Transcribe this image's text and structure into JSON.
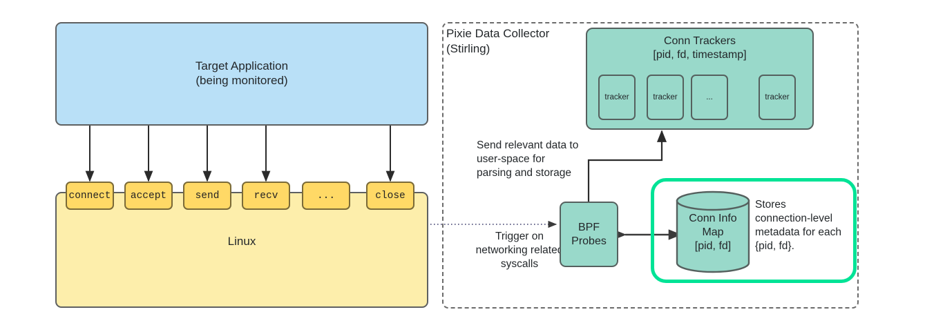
{
  "diagram": {
    "title": "Pixie Data Collector (Stirling) eBPF architecture",
    "colors": {
      "app_fill": "#b9e0f7",
      "linux_fill": "#fdeeab",
      "syscall_fill": "#ffd966",
      "teal_fill": "#99d9ca",
      "highlight_green": "#00e396",
      "stroke": "#5e6061"
    }
  },
  "target_application": {
    "line1": "Target Application",
    "line2": "(being monitored)"
  },
  "syscalls": [
    {
      "label": "connect"
    },
    {
      "label": "accept"
    },
    {
      "label": "send"
    },
    {
      "label": "recv"
    },
    {
      "label": "..."
    },
    {
      "label": "close"
    }
  ],
  "linux": {
    "label": "Linux"
  },
  "collector": {
    "title_line1": "Pixie Data Collector",
    "title_line2": "(Stirling)"
  },
  "conn_trackers": {
    "title_line1": "Conn Trackers",
    "title_line2": "[pid, fd, timestamp]",
    "items": [
      {
        "label": "tracker"
      },
      {
        "label": "tracker"
      },
      {
        "label": "..."
      },
      {
        "label": "tracker"
      }
    ]
  },
  "bpf_probes": {
    "line1": "BPF",
    "line2": "Probes"
  },
  "conn_info_map": {
    "line1": "Conn Info",
    "line2": "Map",
    "line3": "[pid, fd]"
  },
  "annotations": {
    "send_to_userspace": {
      "line1": "Send relevant data to",
      "line2": "user-space for",
      "line3": "parsing and storage"
    },
    "trigger": {
      "line1": "Trigger on",
      "line2": "networking related",
      "line3": "syscalls"
    },
    "stores": {
      "line1": "Stores",
      "line2": "connection-level",
      "line3": "metadata for each",
      "line4": "{pid, fd}."
    }
  }
}
